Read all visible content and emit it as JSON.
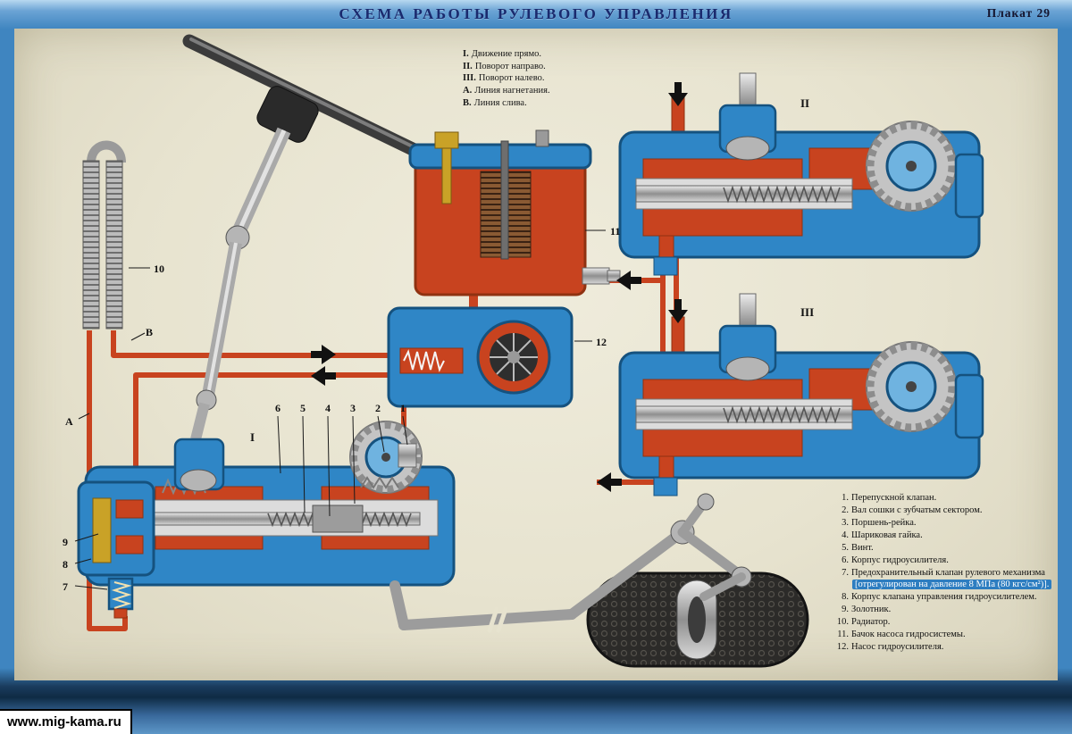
{
  "frame": {
    "title": "СХЕМА РАБОТЫ РУЛЕВОГО УПРАВЛЕНИЯ",
    "poster_label": "Плакат 29",
    "watermark": "www.mig-kama.ru"
  },
  "colors": {
    "frame_blue": "#3f85c0",
    "paper": "#e7e3cf",
    "hydraulic_blue": "#2f86c6",
    "pressure_orange": "#c8431f",
    "note_highlight": "#2d7dc0",
    "title_navy": "#1a2a6e"
  },
  "legend": {
    "items": [
      {
        "label": "I.",
        "text": "Движение прямо."
      },
      {
        "label": "II.",
        "text": "Поворот направо."
      },
      {
        "label": "III.",
        "text": "Поворот налево."
      },
      {
        "label": "А.",
        "text": "Линия нагнетания."
      },
      {
        "label": "В.",
        "text": "Линия слива."
      }
    ]
  },
  "parts_list": {
    "items": [
      {
        "num": "1.",
        "text": "Перепускной клапан."
      },
      {
        "num": "2.",
        "text": "Вал сошки с зубчатым сектором."
      },
      {
        "num": "3.",
        "text": "Поршень-рейка."
      },
      {
        "num": "4.",
        "text": "Шариковая гайка."
      },
      {
        "num": "5.",
        "text": "Винт."
      },
      {
        "num": "6.",
        "text": "Корпус гидроусилителя."
      },
      {
        "num": "7.",
        "text": "Предохранительный клапан рулевого механизма",
        "note": "[отрегулирован на давление 8 МПа (80 кгс/см²)]."
      },
      {
        "num": "8.",
        "text": "Корпус клапана управления гидроусилителем."
      },
      {
        "num": "9.",
        "text": "Золотник."
      },
      {
        "num": "10.",
        "text": "Радиатор."
      },
      {
        "num": "11.",
        "text": "Бачок насоса гидросистемы."
      },
      {
        "num": "12.",
        "text": "Насос гидроусилителя."
      }
    ]
  },
  "diagram": {
    "labels": {
      "radiator": "10",
      "line_a": "А",
      "line_b": "В",
      "reservoir": "11",
      "pump": "12",
      "section_i": "I",
      "section_ii": "II",
      "section_iii": "III",
      "callout_1": "1",
      "callout_2": "2",
      "callout_3": "3",
      "callout_4": "4",
      "callout_5": "5",
      "callout_6": "6",
      "spool": "9",
      "valve_housing": "8",
      "relief_valve": "7"
    }
  }
}
